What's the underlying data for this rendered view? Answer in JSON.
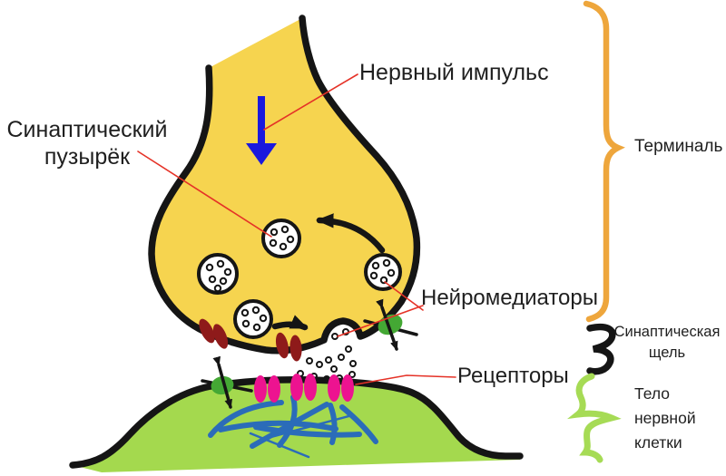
{
  "diagram": {
    "subject": "synapse-structure",
    "labels": {
      "nerve_impulse": "Нервный импульс",
      "synaptic_vesicle_line1": "Синаптический",
      "synaptic_vesicle_line2": "пузырёк",
      "neurotransmitters": "Нейромедиаторы",
      "receptors": "Рецепторы",
      "terminal": "Терминаль",
      "synaptic_cleft_line1": "Синаптическая",
      "synaptic_cleft_line2": "щель",
      "cell_body_line1": "Тело",
      "cell_body_line2": "нервной",
      "cell_body_line3": "клетки"
    },
    "colors": {
      "axon_fill": "#F6D44F",
      "outline": "#151515",
      "cell_fill": "#A4D94E",
      "terminal_brace": "#EEA63C",
      "cell_body_brace": "#A6DB55",
      "cleft_brace": "#151515",
      "impulse_arrow": "#1A18DD",
      "cytoskeleton": "#2B6CB9",
      "receptor_pink": "#ED1390",
      "channel_maroon": "#8E1A1A",
      "membrane_protein_green": "#44A834",
      "annotation_line": "#E53227",
      "text": "#1F1F1F",
      "vesicle_fill": "#FFFFFF"
    }
  }
}
